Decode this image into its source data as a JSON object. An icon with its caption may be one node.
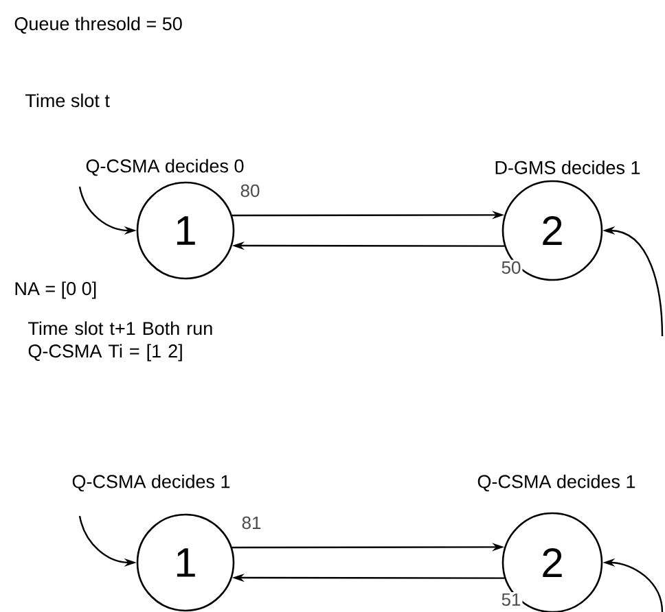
{
  "diagram": {
    "nodes": [
      {
        "text": [
          "1"
        ],
        "beside": [
          "Q-CSMA decides 0"
        ]
      },
      {
        "text": [
          "2"
        ],
        "beside": [
          "D-GMS decides 1"
        ]
      },
      {
        "text": [
          "1"
        ],
        "beside": [
          "Q-CSMA decides 1"
        ]
      },
      {
        "text": [
          "2"
        ],
        "beside": [
          "Q-CSMA decides 1"
        ]
      }
    ],
    "edges": [
      {
        "from": 0,
        "to": 1,
        "arrow": "to",
        "label": "80"
      },
      {
        "from": 1,
        "to": 0,
        "arrow": "to",
        "label": "50"
      },
      {
        "from": null,
        "to": 0,
        "arrow": "to"
      },
      {
        "from": null,
        "to": 1,
        "arrow": "to"
      },
      {
        "from": 2,
        "to": 3,
        "arrow": "to",
        "label": "81"
      },
      {
        "from": 3,
        "to": 2,
        "arrow": "to",
        "label": "51"
      },
      {
        "from": null,
        "to": 2,
        "arrow": "to"
      },
      {
        "from": null,
        "to": 3,
        "arrow": "to"
      }
    ],
    "labels": [
      "Queue thresold = 50",
      "Time slot t",
      "NA = [0 0]",
      "Time slot t+1 Both run Q-CSMA Ti = [1 2]"
    ]
  }
}
